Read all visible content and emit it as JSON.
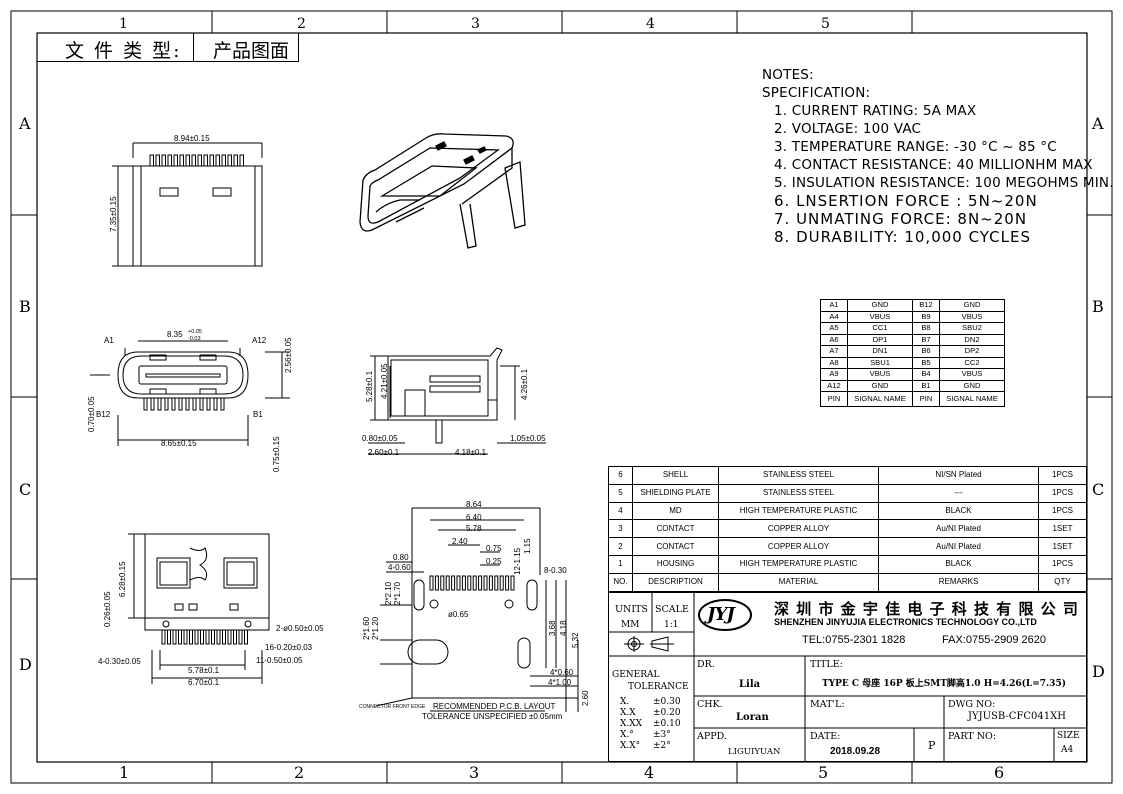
{
  "frame": {
    "col_labels_top": [
      "1",
      "2",
      "3",
      "4",
      "5"
    ],
    "col_labels_bottom": [
      "1",
      "2",
      "3",
      "4",
      "5",
      "6"
    ],
    "row_labels_left": [
      "A",
      "B",
      "C",
      "D"
    ],
    "row_labels_right": [
      "A",
      "B",
      "C",
      "D"
    ]
  },
  "doc_type": {
    "label": "文 件 类 型:",
    "value": "产品图面"
  },
  "notes": {
    "title": "NOTES:",
    "subtitle": "SPECIFICATION:",
    "items": [
      "1. CURRENT RATING: 5A MAX",
      "2. VOLTAGE: 100 VAC",
      "3. TEMPERATURE RANGE: -30 °C ~ 85 °C",
      "4. CONTACT RESISTANCE: 40 MILLIONHM MAX",
      "5. INSULATION RESISTANCE: 100 MEGOHMS MIN.",
      "6. LNSERTION FORCE : 5N~20N",
      "7. UNMATING FORCE: 8N~20N",
      "8. DURABILITY:   10,000 CYCLES"
    ]
  },
  "pin_table": {
    "rows": [
      [
        "A1",
        "GND",
        "B12",
        "GND"
      ],
      [
        "A4",
        "VBUS",
        "B9",
        "VBUS"
      ],
      [
        "A5",
        "CC1",
        "B8",
        "SBU2"
      ],
      [
        "A6",
        "DP1",
        "B7",
        "DN2"
      ],
      [
        "A7",
        "DN1",
        "B6",
        "DP2"
      ],
      [
        "A8",
        "SBU1",
        "B5",
        "CC2"
      ],
      [
        "A9",
        "VBUS",
        "B4",
        "VBUS"
      ],
      [
        "A12",
        "GND",
        "B1",
        "GND"
      ]
    ],
    "header": [
      "PIN",
      "SIGNAL NAME",
      "PIN",
      "SIGNAL NAME"
    ]
  },
  "bom": {
    "rows": [
      [
        "6",
        "SHELL",
        "STAINLESS STEEL",
        "NI/SN  Plated",
        "1PCS"
      ],
      [
        "5",
        "SHIELDING PLATE",
        "STAINLESS STEEL",
        "---",
        "1PCS"
      ],
      [
        "4",
        "MD",
        "HIGH TEMPERATURE PLASTIC",
        "BLACK",
        "1PCS"
      ],
      [
        "3",
        "CONTACT",
        "COPPER ALLOY",
        "Au/NI Plated",
        "1SET"
      ],
      [
        "2",
        "CONTACT",
        "COPPER ALLOY",
        "Au/NI Plated",
        "1SET"
      ],
      [
        "1",
        "HOUSING",
        "HIGH TEMPERATURE PLASTIC",
        "BLACK",
        "1PCS"
      ]
    ],
    "header": [
      "NO.",
      "DESCRIPTION",
      "MATERIAL",
      "REMARKS",
      "QTY"
    ]
  },
  "title_block": {
    "units_label": "UNITS",
    "units_value": "MM",
    "scale_label": "SCALE",
    "scale_value": "1:1",
    "company_cn": "深 圳 市 金 宇 佳 电 子 科 技 有 限 公 司",
    "company_en": "SHENZHEN JINYUJIA ELECTRONICS TECHNOLOGY CO.,LTD",
    "tel": "TEL:0755-2301 1828",
    "fax": "FAX:0755-2909 2620",
    "logo": "JYJ",
    "dr_label": "DR.",
    "dr_value": "Lila",
    "title_label": "TITLE:",
    "title_value": "TYPE C 母座 16P 板上SMT脚高1.0 H=4.26(L=7.35)",
    "general_tolerance": [
      "GENERAL",
      "TOLERANCE"
    ],
    "tolerances": [
      [
        "X.",
        "±0.30"
      ],
      [
        "X.X",
        "±0.20"
      ],
      [
        "X.XX",
        "±0.10"
      ],
      [
        "X.°",
        "±3°"
      ],
      [
        "X.X°",
        "±2°"
      ]
    ],
    "chk_label": "CHK.",
    "chk_value": "Loran",
    "matl_label": "MAT'L:",
    "dwg_label": "DWG NO:",
    "dwg_value": "JYJUSB-CFC041XH",
    "appd_label": "APPD.",
    "appd_value": "LIGUIYUAN",
    "date_label": "DATE:",
    "date_value": "2018.09.28",
    "p_label": "P",
    "part_label": "PART NO:",
    "size_label": "SIZE",
    "size_value": "A4"
  },
  "dims": {
    "top_width": "8.94±0.15",
    "top_height": "7.35±0.15",
    "front_inner": "8.35",
    "front_inner_tol_up": "+0.05",
    "front_inner_tol_dn": "-0.03",
    "front_a1": "A1",
    "front_a12": "A12",
    "front_b12": "B12",
    "front_b1": "B1",
    "front_height": "2.56±0.05",
    "front_width": "8.65±0.15",
    "front_left": "0.70±0.05",
    "front_bottom": "0.75±0.15",
    "side_h1": "5.28±0.1",
    "side_h2": "4.21±0.05",
    "side_h3": "4.26±0.1",
    "side_w1": "0.80±0.05",
    "side_w2": "2.60±0.1",
    "side_w3": "4.18±0.1",
    "side_w4": "1.05±0.05",
    "bot_h1": "6.28±0.15",
    "bot_h2": "0.26±0.05",
    "bot_r1": "2-ø0.50±0.05",
    "bot_r2": "16-0.20±0.03",
    "bot_r3": "11-0.50±0.05",
    "bot_l1": "4-0.30±0.05",
    "bot_w1": "5.78±0.1",
    "bot_w2": "6.70±0.1",
    "pcb": [
      "8.64",
      "6.40",
      "5.78",
      "2.40",
      "0.75",
      "0.25",
      "1.15",
      "0.80",
      "4-0.60",
      "8-0.30",
      "12-1.15",
      "2*2.10",
      "2*1.70",
      "ø0.65",
      "2*1.60",
      "2*1.20",
      "3.68",
      "4.18",
      "5.32",
      "2.60",
      "4*0.60",
      "4*1.00"
    ],
    "pcb_note1": "CONNECTOR FRONT EDGE",
    "pcb_note2": "RECOMMENDED  P.C.B. LAYOUT",
    "pcb_note3": "TOLERANCE UNSPECIFIED ±0.05mm"
  }
}
